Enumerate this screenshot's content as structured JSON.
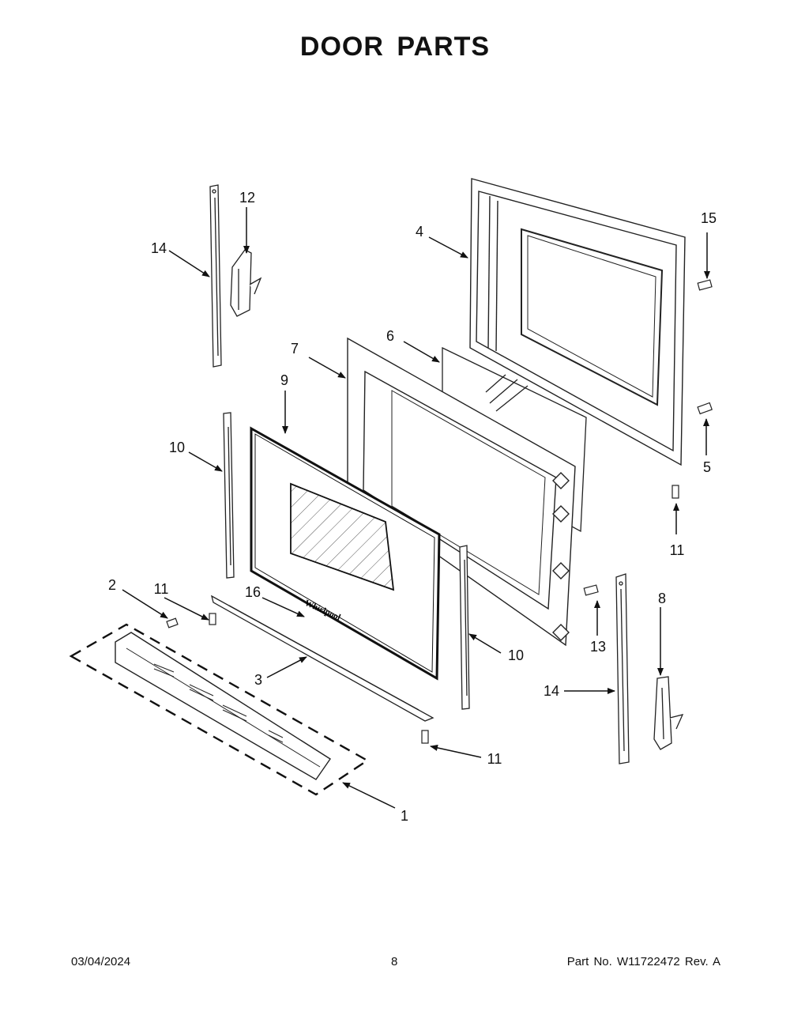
{
  "title": "DOOR PARTS",
  "brand_mark": "Whirlpool",
  "callouts": [
    "1",
    "2",
    "3",
    "4",
    "5",
    "6",
    "7",
    "8",
    "9",
    "10",
    "10",
    "11",
    "11",
    "11",
    "12",
    "13",
    "14",
    "14",
    "15",
    "16"
  ],
  "footer": {
    "date": "03/04/2024",
    "page": "8",
    "part_number": "Part No.  W11722472  Rev.  A"
  }
}
